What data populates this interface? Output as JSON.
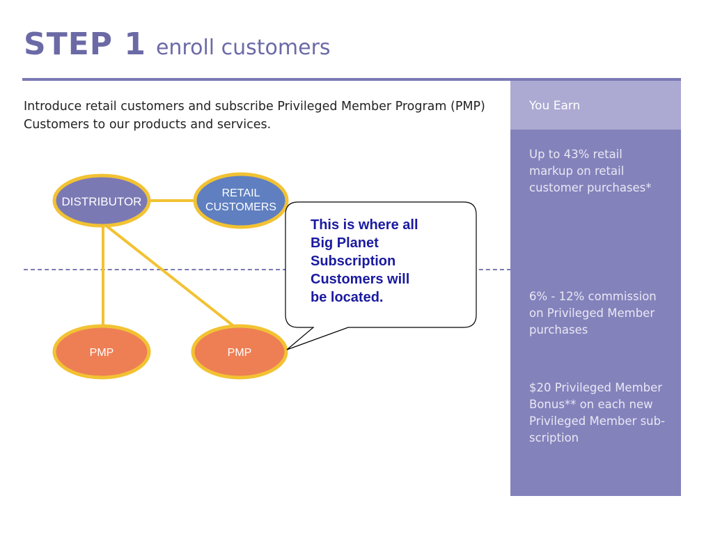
{
  "header": {
    "step": "STEP 1",
    "subtitle": "enroll customers"
  },
  "intro": {
    "line1": "Introduce retail customers and subscribe Privileged Member Program (PMP)",
    "line2": "Customers to our products and services."
  },
  "diagram": {
    "distributor": "DISTRIBUTOR",
    "retail_line1": "RETAIL",
    "retail_line2": "CUSTOMERS",
    "pmp_left": "PMP",
    "pmp_right": "PMP",
    "colors": {
      "distributor_fill": "#7b79b4",
      "retail_fill": "#5f7fc0",
      "pmp_fill": "#ee7f55",
      "ring": "#f2c233",
      "connector": "#f2c233"
    }
  },
  "callout": {
    "line1": "This is where all",
    "line2": "Big Planet",
    "line3": "Subscription",
    "line4": "Customers will",
    "line5": "be located."
  },
  "panel": {
    "heading": "You Earn",
    "item1": [
      "Up to 43% retail",
      "markup on retail",
      "customer purchases*"
    ],
    "item2": [
      "6% - 12% commission",
      "on Privileged Member",
      "purchases"
    ],
    "item3": [
      "$20 Privileged Member",
      "Bonus** on each new",
      "Privileged Member sub-",
      "scription"
    ]
  }
}
